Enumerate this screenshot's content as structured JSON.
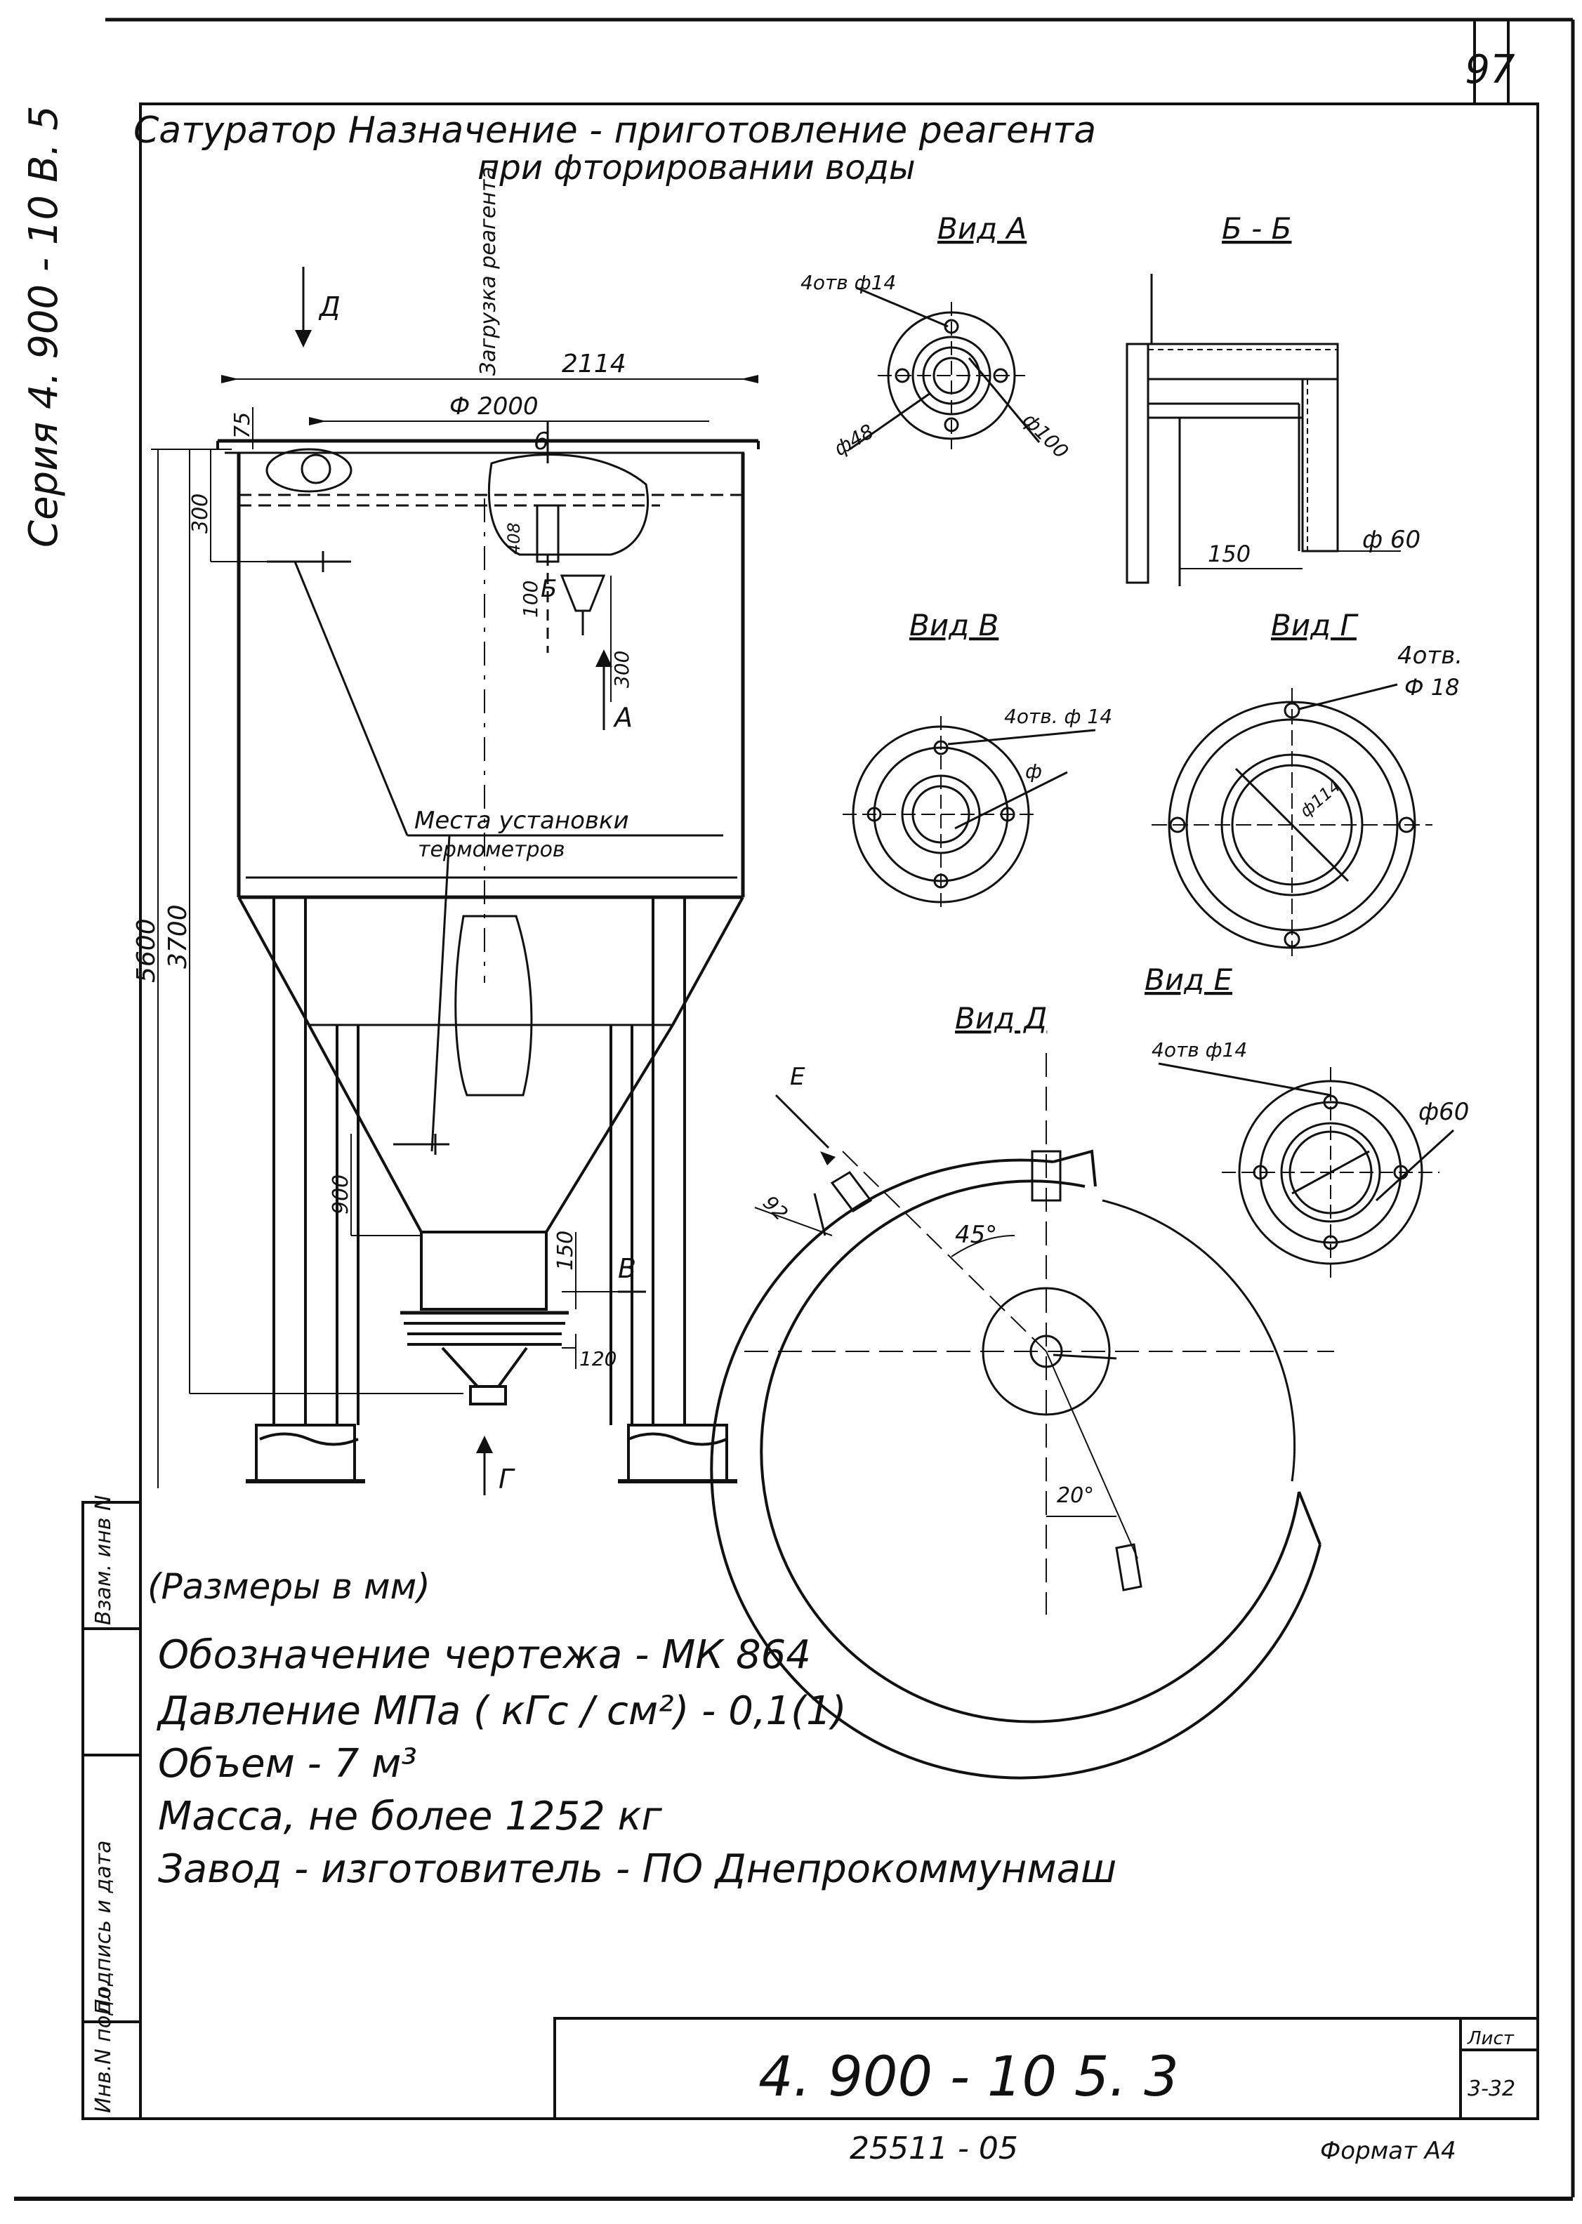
{
  "sheet": {
    "page_number": "97",
    "series": "Серия 4. 900 - 10 В. 5",
    "title_line1": "Сатуратор   Назначение - приготовление   реагента",
    "title_line2": "при   фторировании   воды",
    "designation": "4. 900 - 10  5. 3",
    "sheet_label": "Лист",
    "sheet_number": "3-32",
    "inventory": "25511 - 05",
    "format": "Формат А4"
  },
  "side_stamp": {
    "field1": "Инв.N подл.",
    "field2": "Подпись и дата",
    "field3": "Взам. инв N"
  },
  "main_view": {
    "load_label": "Загрузка реагента",
    "arrow_d": "Д",
    "arrow_a": "А",
    "arrow_g": "Г",
    "arrow_v": "В",
    "dim_2114": "2114",
    "dim_d2000": "Ф 2000",
    "dim_75": "75",
    "dim_300_top": "300",
    "dim_5600": "5600",
    "dim_3700": "3700",
    "dim_900": "900",
    "dim_150": "150",
    "dim_120": "120",
    "dim_100": "100",
    "dim_300_side": "300",
    "dim_408": "408",
    "label_b": "Б",
    "label_6": "6",
    "thermo_line1": "Места  установки",
    "thermo_line2": "термометров"
  },
  "view_a": {
    "title": "Вид А",
    "holes": "4отв ф14",
    "d48": "ф48",
    "d100": "ф100"
  },
  "section_bb": {
    "title": "Б - Б",
    "d60": "ф 60",
    "dim_150": "150"
  },
  "view_v": {
    "title": "Вид В",
    "holes": "4отв. ф 14",
    "phi": "ф"
  },
  "view_g": {
    "title": "Вид Г",
    "holes_line1": "4отв.",
    "holes_line2": "Ф 18",
    "d114": "ф114"
  },
  "view_e": {
    "title": "Вид Е",
    "holes": "4отв ф14",
    "d60": "ф60"
  },
  "view_d": {
    "title": "Вид Д",
    "arrow_e": "Е",
    "angle_45": "45°",
    "angle_20": "20°",
    "dim_92": "92"
  },
  "specs": {
    "units": "(Размеры в мм)",
    "drawing": "Обозначение    чертежа  -  МК 864",
    "pressure": "Давление   МПа ( кГс / см²)  - 0,1(1)",
    "volume": "Объем  -  7 м³",
    "mass": "Масса,   не  более   1252 кг",
    "maker": "Завод - изготовитель - ПО Днепрокоммунмаш"
  }
}
